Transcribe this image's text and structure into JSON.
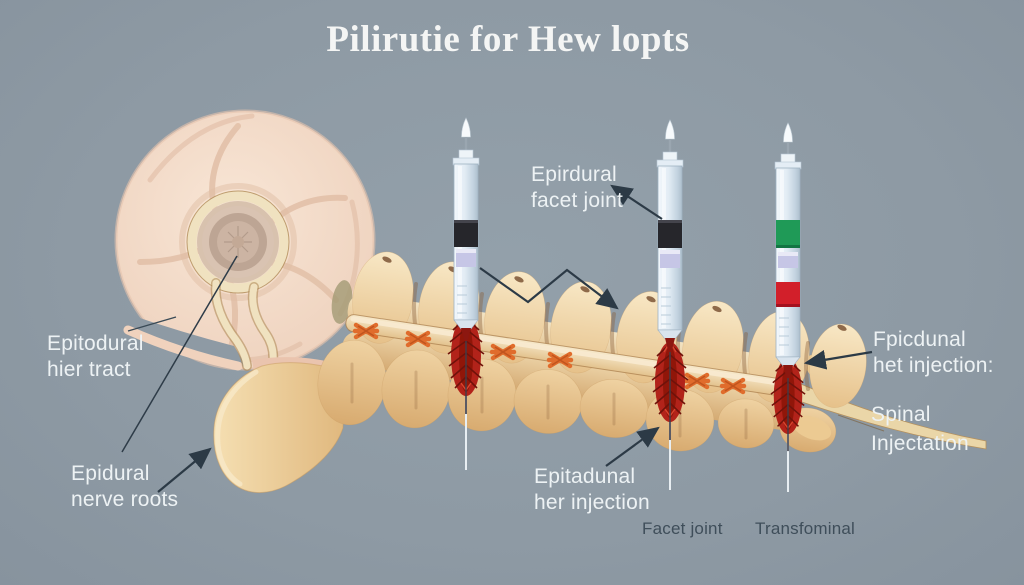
{
  "title": "Pilirutie for Hew lopts",
  "labels": {
    "facet_joint_top": "Epirdural\nfacet joint",
    "hier_tract": "Epitodural\nhier tract",
    "nerve_roots": "Epidural\nnerve roots",
    "het_injection": "Fpicdunal\nhet injection:",
    "spinal_injection": "Spinal\nInjectation",
    "her_injection": "Epitadunal\nher injection",
    "facet_joint_bottom": "Facet joint",
    "transfominal": "Transfominal"
  },
  "colors": {
    "background": "#8e9aa4",
    "title_text": "#f4f5f4",
    "label_text": "#edf2f4",
    "label_text_dark": "#3f4e5a",
    "arrow": "#2c3a46",
    "bone_light": "#f6e2bb",
    "bone_mid": "#ecca92",
    "bone_shadow": "#c79a62",
    "bone_dark": "#8a5f3a",
    "disc_base": "#f3dbc9",
    "disc_swirl": "#e2bfa7",
    "ring_gold": "#f0e2c0",
    "ring_outline": "#b08c58",
    "nucleus_outer": "#c2a89a",
    "nucleus_inner": "#cdb5a5",
    "syringe_barrel": "#e4edf5",
    "syringe_edge": "#b6c6d4",
    "syringe_black": "#26262b",
    "syringe_lavender": "#c6c6e6",
    "syringe_green": "#1f9a57",
    "syringe_red": "#d21f2a",
    "needle_gray": "#9aa6b0",
    "burst_red": "#b2231a",
    "burst_dark": "#6f120a",
    "spark_orange": "#e06c2c"
  },
  "scene": {
    "disc": "intervertebral-disc-cross-section",
    "vertebra": "vertebral-body",
    "spine": "spinal-column-lateral",
    "syringes": [
      {
        "id": "syringe-left",
        "band_colors": [
          "#26262b",
          "#c6c6e6"
        ]
      },
      {
        "id": "syringe-middle",
        "band_colors": [
          "#26262b",
          "#c6c6e6"
        ]
      },
      {
        "id": "syringe-right",
        "band_colors": [
          "#1f9a57",
          "#c6c6e6",
          "#d21f2a"
        ]
      }
    ]
  }
}
